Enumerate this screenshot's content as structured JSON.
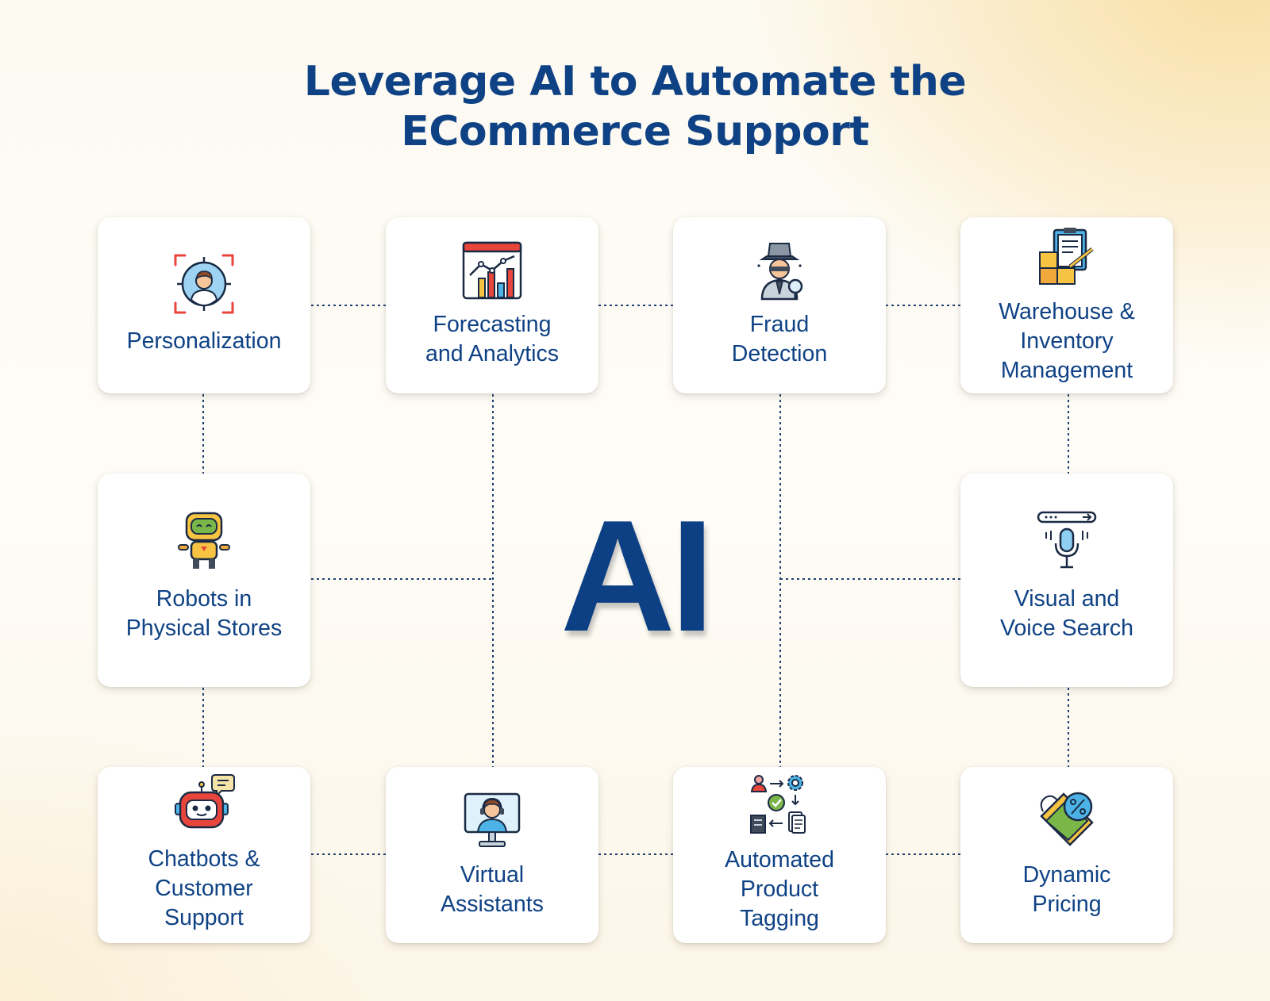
{
  "title": "Leverage AI to Automate the\nECommerce Support",
  "center_label": "AI",
  "colors": {
    "brand_blue": "#0f4285",
    "card_bg": "#ffffff",
    "connector": "#1f3f73"
  },
  "cards": [
    {
      "id": "personalization",
      "label": "Personalization",
      "icon": "person-target-icon"
    },
    {
      "id": "forecasting",
      "label": "Forecasting\nand Analytics",
      "icon": "analytics-chart-icon"
    },
    {
      "id": "fraud",
      "label": "Fraud\nDetection",
      "icon": "detective-icon"
    },
    {
      "id": "warehouse",
      "label": "Warehouse &\nInventory\nManagement",
      "icon": "clipboard-boxes-icon"
    },
    {
      "id": "robots",
      "label": "Robots in\nPhysical Stores",
      "icon": "robot-icon"
    },
    {
      "id": "visual_voice",
      "label": "Visual and\nVoice Search",
      "icon": "microphone-search-icon"
    },
    {
      "id": "chatbots",
      "label": "Chatbots &\nCustomer\nSupport",
      "icon": "chatbot-icon"
    },
    {
      "id": "virtual",
      "label": "Virtual\nAssistants",
      "icon": "headset-monitor-icon"
    },
    {
      "id": "tagging",
      "label": "Automated\nProduct\nTagging",
      "icon": "automation-flow-icon"
    },
    {
      "id": "pricing",
      "label": "Dynamic\nPricing",
      "icon": "price-tag-icon"
    }
  ]
}
